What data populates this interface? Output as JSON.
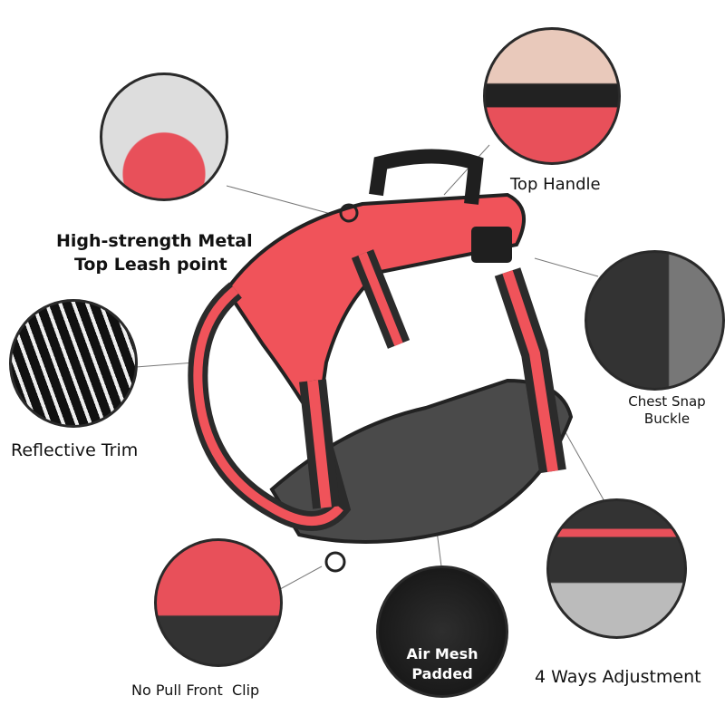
{
  "callouts": {
    "leash_point": [
      "High-strength Metal",
      "Top Leash point"
    ],
    "top_handle": "Top Handle",
    "chest_buckle": [
      "Chest Snap",
      "Buckle"
    ],
    "reflective_trim": "Reflective Trim",
    "front_clip": "No Pull Front  Clip",
    "air_mesh": [
      "Air Mesh",
      "Padded"
    ],
    "adjustment": "4 Ways Adjustment"
  },
  "colors": {
    "harness_red": "#f0535a",
    "strap_black": "#2b2b2b",
    "mesh_gray": "#4a4a4a"
  }
}
